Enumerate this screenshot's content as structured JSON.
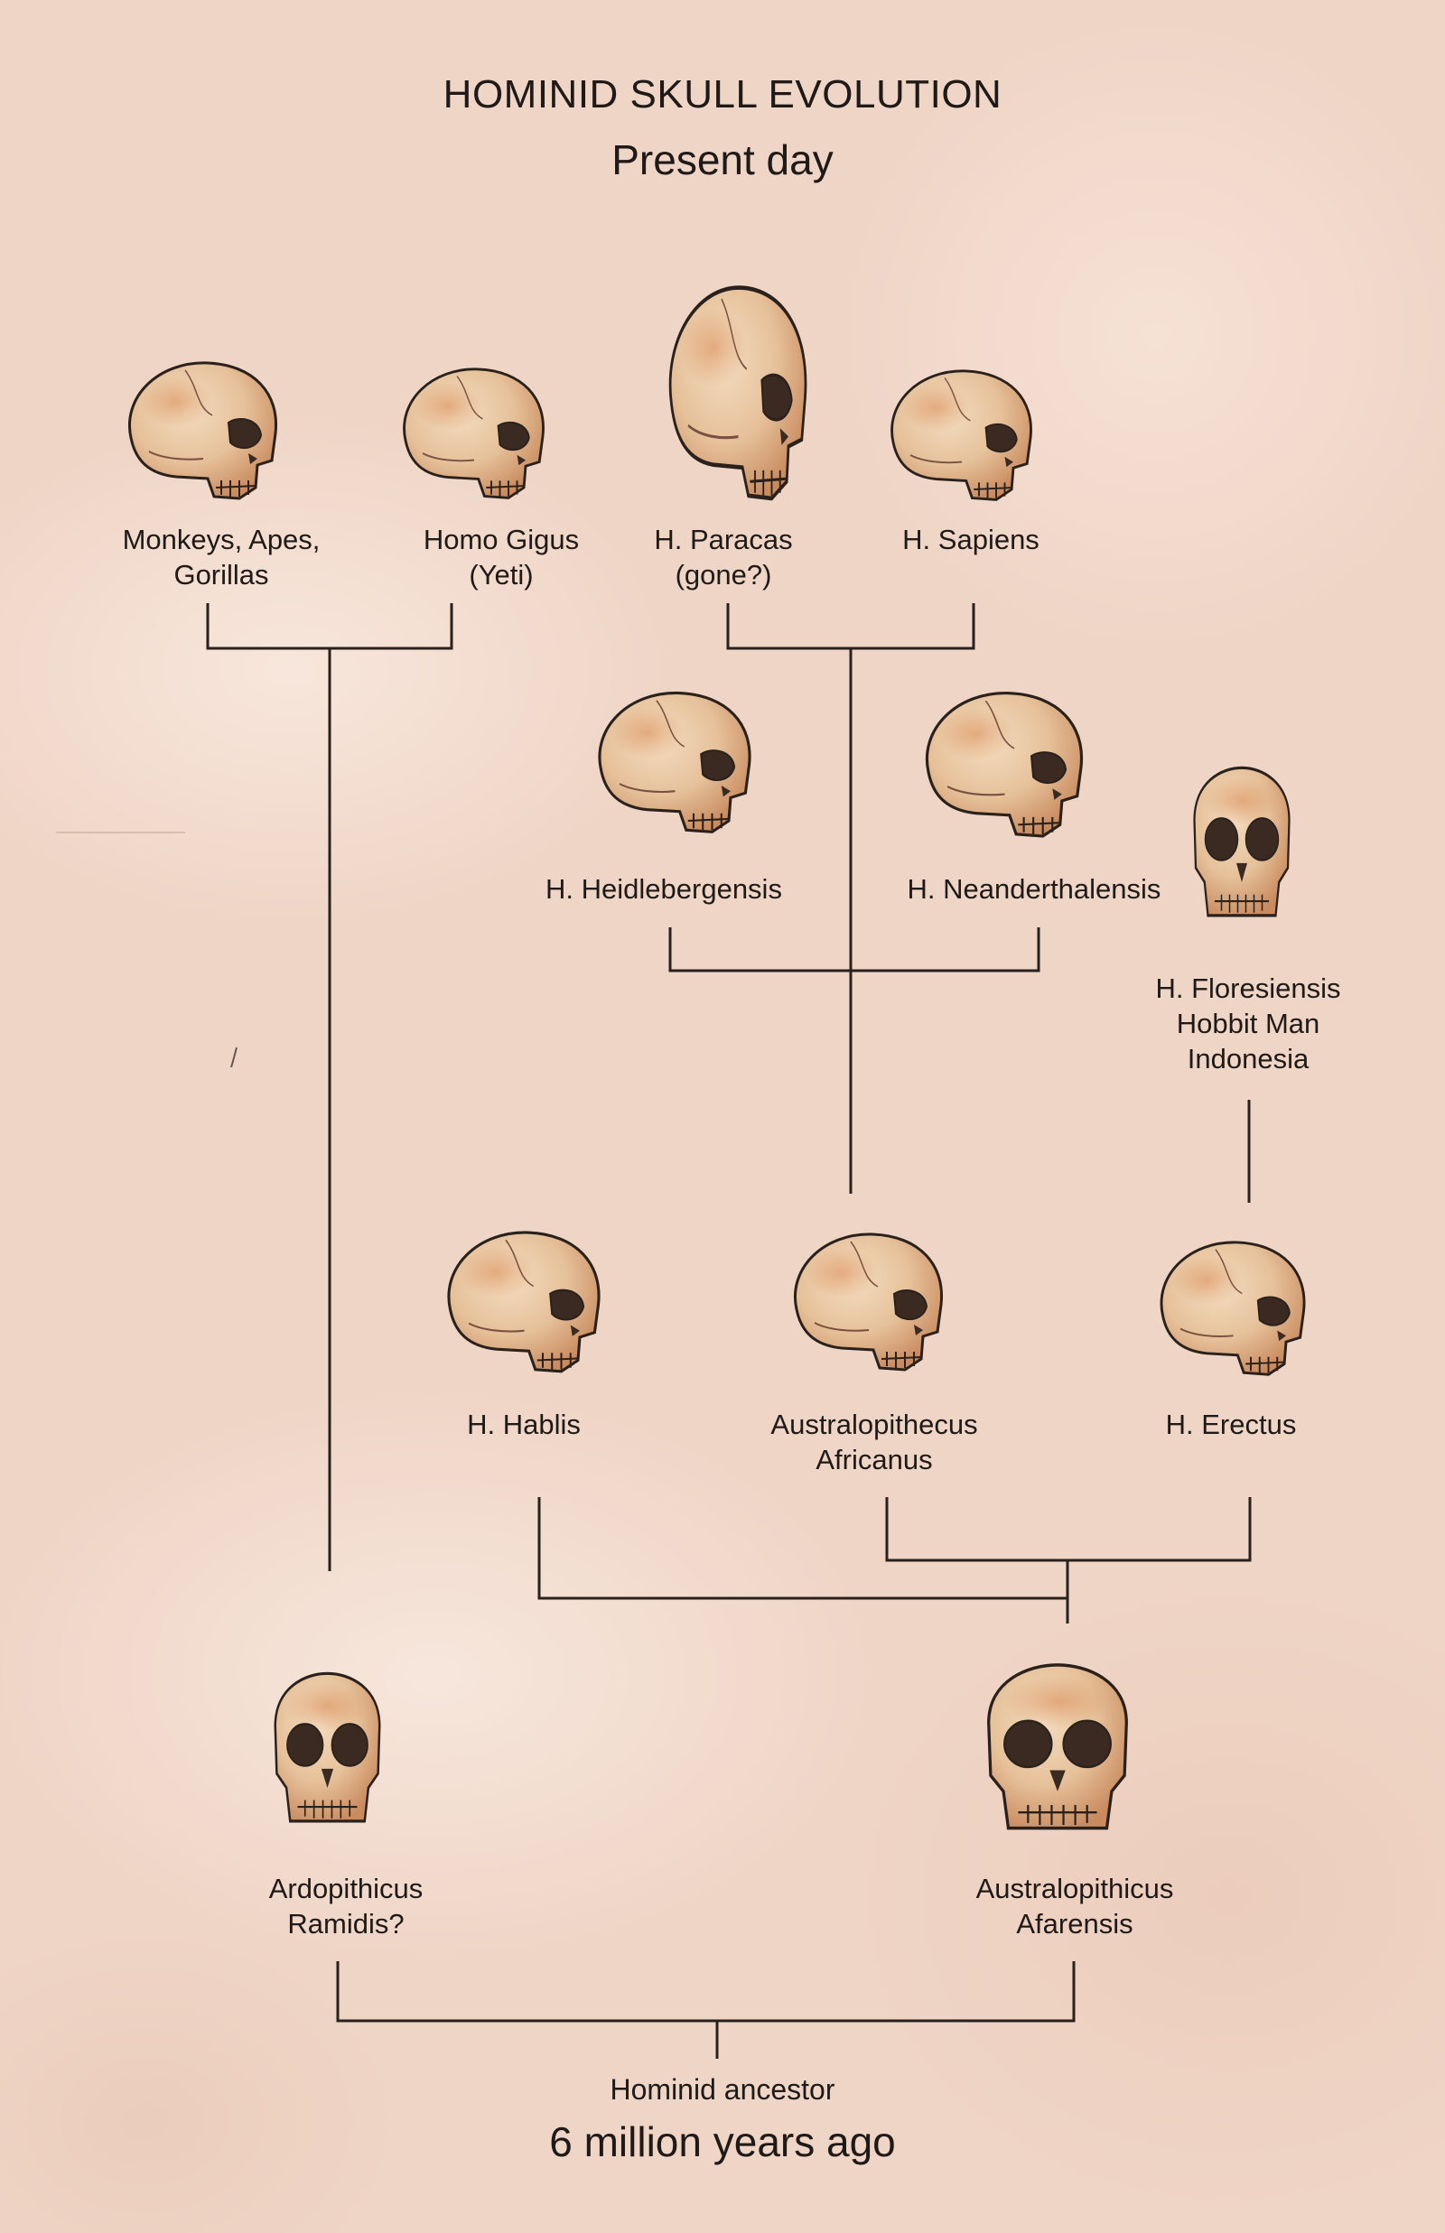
{
  "header": {
    "title": "HOMINID SKULL EVOLUTION",
    "subtitle": "Present day"
  },
  "footer": {
    "ancestor": "Hominid ancestor",
    "time": "6 million years ago"
  },
  "nodes": {
    "monkeys": "Monkeys, Apes,\nGorillas",
    "gigus": "Homo Gigus\n(Yeti)",
    "paracas": "H. Paracas\n(gone?)",
    "sapiens": "H. Sapiens",
    "heidelbergensis": "H. Heidlebergensis",
    "neanderthalensis": "H. Neanderthalensis",
    "floresiensis": "H. Floresiensis\nHobbit Man\nIndonesia",
    "hablis": "H. Hablis",
    "africanus": "Australopithecus\nAfricanus",
    "erectus": "H. Erectus",
    "ramidis": "Ardopithicus\nRamidis?",
    "afarensis": "Australopithicus\nAfarensis"
  },
  "colors": {
    "background": "#efd5c6",
    "bone": "#e8c9a6",
    "bone_shadow": "#c98a5e",
    "ink": "#2a211c"
  }
}
